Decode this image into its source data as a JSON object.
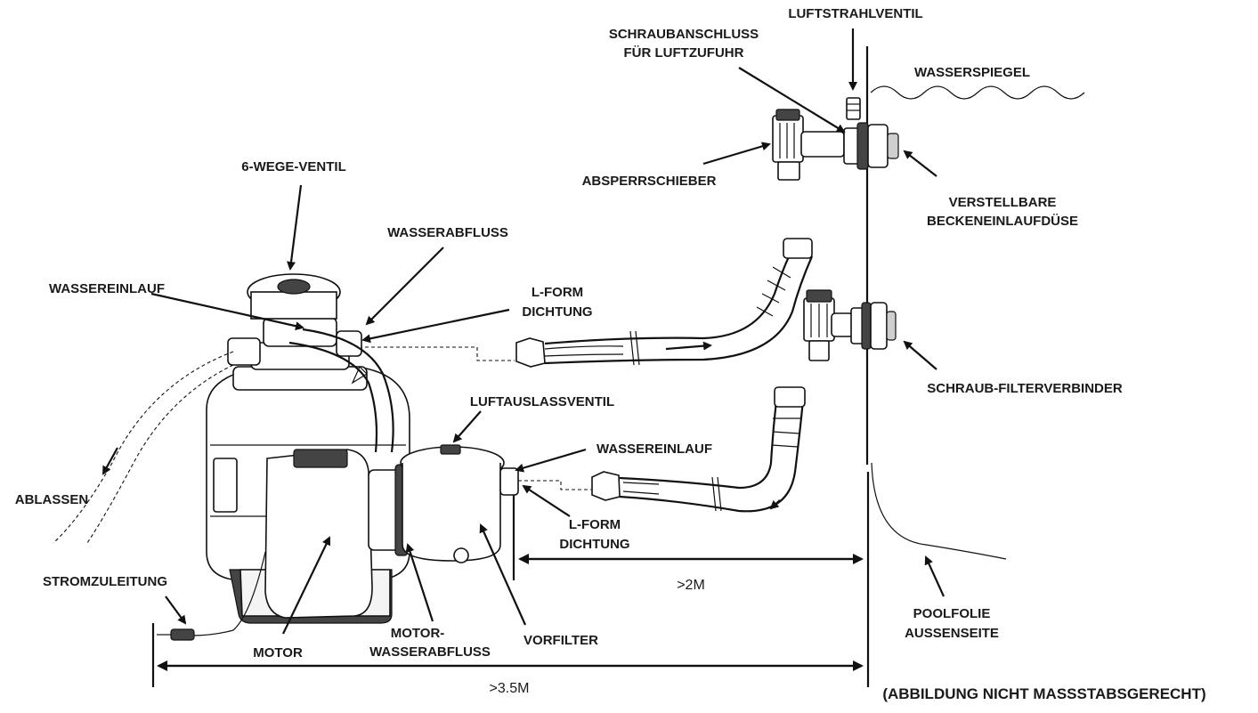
{
  "labels": {
    "luftstrahlventil": "LUFTSTRAHLVENTIL",
    "schraubanschluss_1": "SCHRAUBANSCHLUSS",
    "schraubanschluss_2": "FÜR LUFTZUFUHR",
    "wasserspiegel": "WASSERSPIEGEL",
    "absperrschieber": "ABSPERRSCHIEBER",
    "verstellbare_1": "VERSTELLBARE",
    "verstellbare_2": "BECKENEINLAUFDÜSE",
    "sechs_wege_ventil": "6-WEGE-VENTIL",
    "wasserabfluss": "WASSERABFLUSS",
    "wassereinlauf_top": "WASSEREINLAUF",
    "lform_top_1": "L-FORM",
    "lform_top_2": "DICHTUNG",
    "schraub_filterverbinder": "SCHRAUB-FILTERVERBINDER",
    "luftauslassventil": "LUFTAUSLASSVENTIL",
    "wassereinlauf_bottom": "WASSEREINLAUF",
    "ablassen": "ABLASSEN",
    "lform_bottom_1": "L-FORM",
    "lform_bottom_2": "DICHTUNG",
    "stromzuleitung": "STROMZULEITUNG",
    "motor": "MOTOR",
    "motor_wasserabfluss_1": "MOTOR-",
    "motor_wasserabfluss_2": "WASSERABFLUSS",
    "vorfilter": "VORFILTER",
    "poolfolie_1": "POOLFOLIE",
    "poolfolie_2": "AUSSENSEITE"
  },
  "dimensions": {
    "short": ">2M",
    "long": ">3.5M"
  },
  "note": "(ABBILDUNG NICHT MASSSTABSGERECHT)",
  "colors": {
    "line": "#111111",
    "fill": "#ffffff",
    "shade": "#444444"
  }
}
